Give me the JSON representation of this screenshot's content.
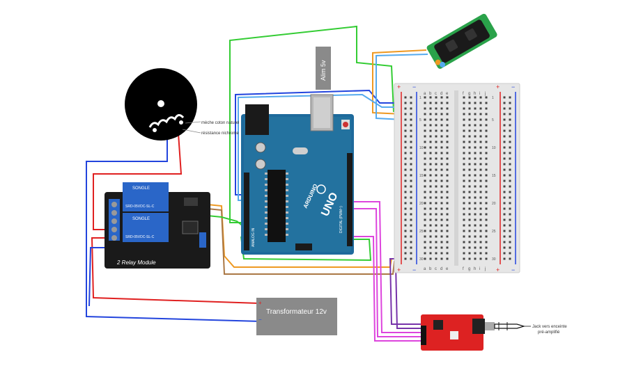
{
  "labels": {
    "power_supply": "Alim 5v",
    "wick": "mèche coton naturel",
    "resistance": "résistance nichrome",
    "relay_module": "2 Relay Module",
    "relay_brand": "SONGLE",
    "relay_model": "SRD-05VDC-SL-C",
    "transformer": "Transformateur 12v",
    "jack": "Jack vers enceinte",
    "preamp": "pré-amplifié",
    "arduino_brand": "ARDUINO",
    "arduino_model": "UNO",
    "plus": "+",
    "minus": "−",
    "digital": "DIGITAL (PWM~)",
    "analog_in": "ANALOG IN"
  },
  "breadboard": {
    "cols_left": [
      "a",
      "b",
      "c",
      "d",
      "e"
    ],
    "cols_right": [
      "f",
      "g",
      "h",
      "i",
      "j"
    ],
    "row_numbers": [
      "1",
      "5",
      "10",
      "15",
      "20",
      "25",
      "30"
    ]
  },
  "colors": {
    "red_wire": "#e02020",
    "blue_wire": "#2244dd",
    "green_wire": "#33cc33",
    "orange_wire": "#ee9922",
    "light_blue_wire": "#55aaee",
    "purple_wire": "#7733aa",
    "magenta_wire": "#dd44dd",
    "brown_wire": "#aa7744",
    "arduino_board": "#1e6a9c",
    "relay_blue": "#2a66c8",
    "amp_red": "#dd2222",
    "sensor_green": "#2aa24a"
  }
}
